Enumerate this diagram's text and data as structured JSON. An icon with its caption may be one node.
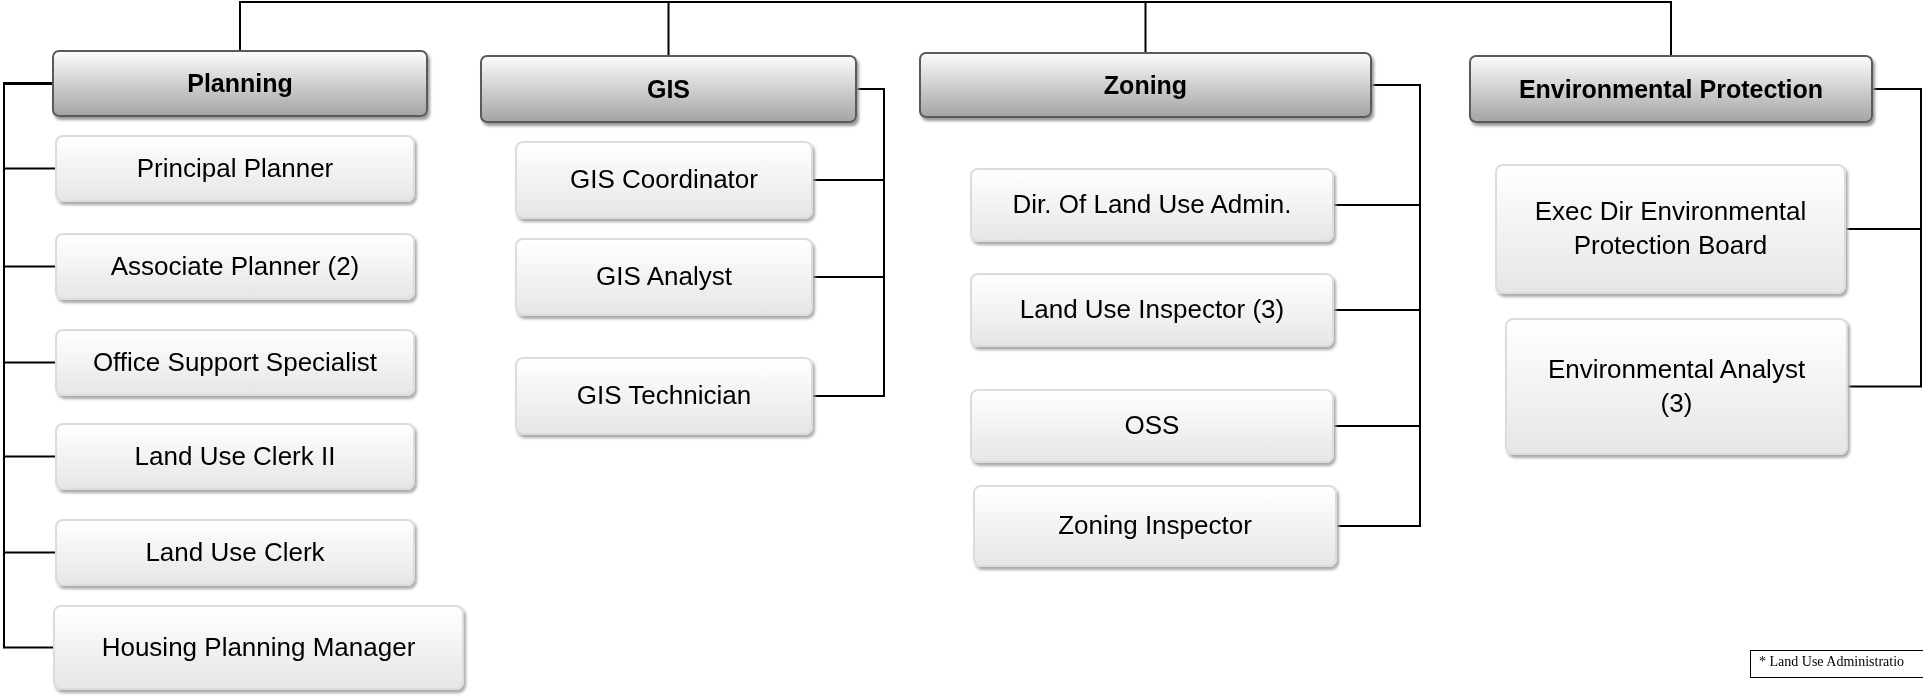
{
  "diagram": {
    "nodes": [
      {
        "text": [
          "Planning"
        ]
      },
      {
        "text": [
          "Principal Planner"
        ]
      },
      {
        "text": [
          "Associate Planner (2)"
        ]
      },
      {
        "text": [
          "Office Support Specialist"
        ]
      },
      {
        "text": [
          "Land Use Clerk II"
        ]
      },
      {
        "text": [
          "Land Use Clerk"
        ]
      },
      {
        "text": [
          "Housing Planning Manager"
        ]
      },
      {
        "text": [
          "GIS"
        ]
      },
      {
        "text": [
          "GIS Coordinator"
        ]
      },
      {
        "text": [
          "GIS Analyst"
        ]
      },
      {
        "text": [
          "GIS Technician"
        ]
      },
      {
        "text": [
          "Zoning"
        ]
      },
      {
        "text": [
          "Dir. Of Land Use Admin."
        ]
      },
      {
        "text": [
          "Land Use Inspector (3)"
        ]
      },
      {
        "text": [
          "OSS"
        ]
      },
      {
        "text": [
          "Zoning Inspector"
        ]
      },
      {
        "text": [
          "Environmental Protection"
        ]
      },
      {
        "text": [
          "Exec Dir Environmental Protection Board"
        ]
      },
      {
        "text": [
          "Environmental Analyst (3)"
        ]
      }
    ],
    "edges": [
      {
        "from": null,
        "to": 0,
        "arrow": "none"
      },
      {
        "from": null,
        "to": 7,
        "arrow": "none"
      },
      {
        "from": null,
        "to": 11,
        "arrow": "none"
      },
      {
        "from": null,
        "to": 16,
        "arrow": "none"
      },
      {
        "from": 0,
        "to": 1,
        "arrow": "none"
      },
      {
        "from": 0,
        "to": 2,
        "arrow": "none"
      },
      {
        "from": 0,
        "to": 3,
        "arrow": "none"
      },
      {
        "from": 0,
        "to": 4,
        "arrow": "none"
      },
      {
        "from": 0,
        "to": 5,
        "arrow": "none"
      },
      {
        "from": 0,
        "to": 6,
        "arrow": "none"
      },
      {
        "from": 7,
        "to": 8,
        "arrow": "none"
      },
      {
        "from": 7,
        "to": 9,
        "arrow": "none"
      },
      {
        "from": 7,
        "to": 10,
        "arrow": "none"
      },
      {
        "from": 11,
        "to": 12,
        "arrow": "none"
      },
      {
        "from": 11,
        "to": 13,
        "arrow": "none"
      },
      {
        "from": 11,
        "to": 14,
        "arrow": "none"
      },
      {
        "from": 11,
        "to": 15,
        "arrow": "none"
      },
      {
        "from": 16,
        "to": 17,
        "arrow": "none"
      },
      {
        "from": 16,
        "to": 18,
        "arrow": "none"
      }
    ],
    "labels": [
      "* Land Use Administratio"
    ]
  }
}
